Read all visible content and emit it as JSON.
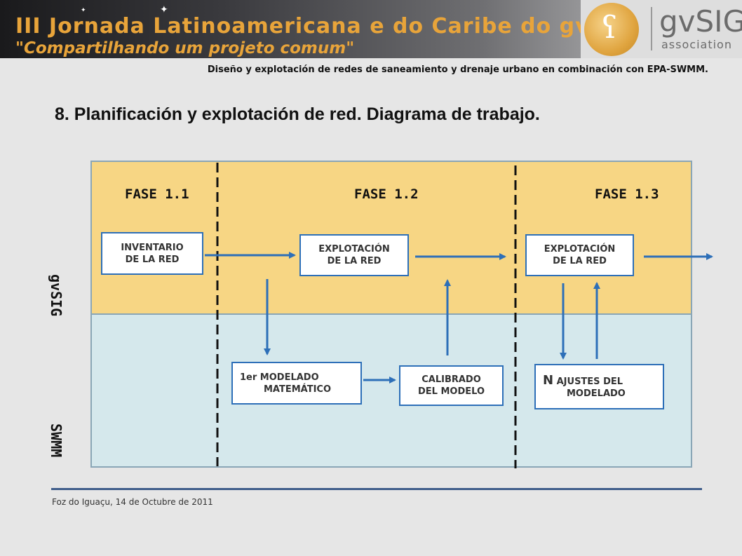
{
  "banner": {
    "title": "III Jornada Latinoamericana e do Caribe do gvSIG",
    "subtitle": "\"Compartilhando um projeto comum\"",
    "logo_word": "gvSIG",
    "logo_assoc": "association"
  },
  "subtitle": "Diseño y explotación de redes de saneamiento y drenaje urbano en combinación con EPA-SWMM.",
  "slide_title": "8. Planificación y explotación de red. Diagrama de trabajo.",
  "lanes": {
    "top": "gvSIG",
    "bottom": "SWMM"
  },
  "phases": [
    "FASE 1.1",
    "FASE 1.2",
    "FASE 1.3"
  ],
  "boxes": {
    "inventario": [
      "INVENTARIO",
      "DE LA RED"
    ],
    "explotacion1": [
      "EXPLOTACIÓN",
      "DE LA RED"
    ],
    "explotacion2": [
      "EXPLOTACIÓN",
      "DE LA RED"
    ],
    "modelado": [
      "1er MODELADO",
      "MATEMÁTICO"
    ],
    "calibrado": [
      "CALIBRADO",
      "DEL MODELO"
    ],
    "ajustes_n": "N",
    "ajustes": [
      "AJUSTES DEL",
      "MODELADO"
    ]
  },
  "footer": "Foz do Iguaçu, 14 de Octubre de 2011",
  "colors": {
    "accent": "#2d6fb8",
    "band_top": "#f7d684",
    "band_bottom": "#d5e8ec",
    "title_orange": "#e8a43a"
  }
}
